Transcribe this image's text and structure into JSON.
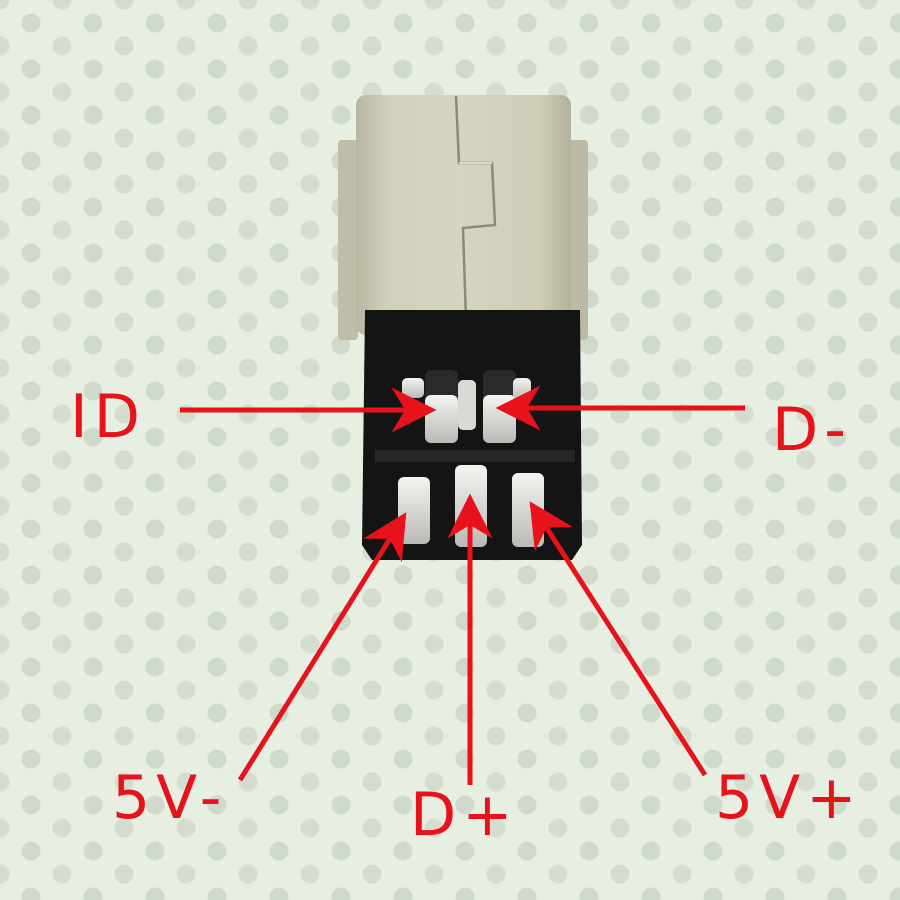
{
  "image": {
    "subject": "Mini USB 5-pin male connector with pinout labels",
    "background_color": "#e7efe2",
    "label_color": "#e8121a"
  },
  "labels": {
    "id": "ID",
    "d_minus": "D-",
    "five_v_minus": "5V-",
    "d_plus": "D+",
    "five_v_plus": "5V+"
  }
}
